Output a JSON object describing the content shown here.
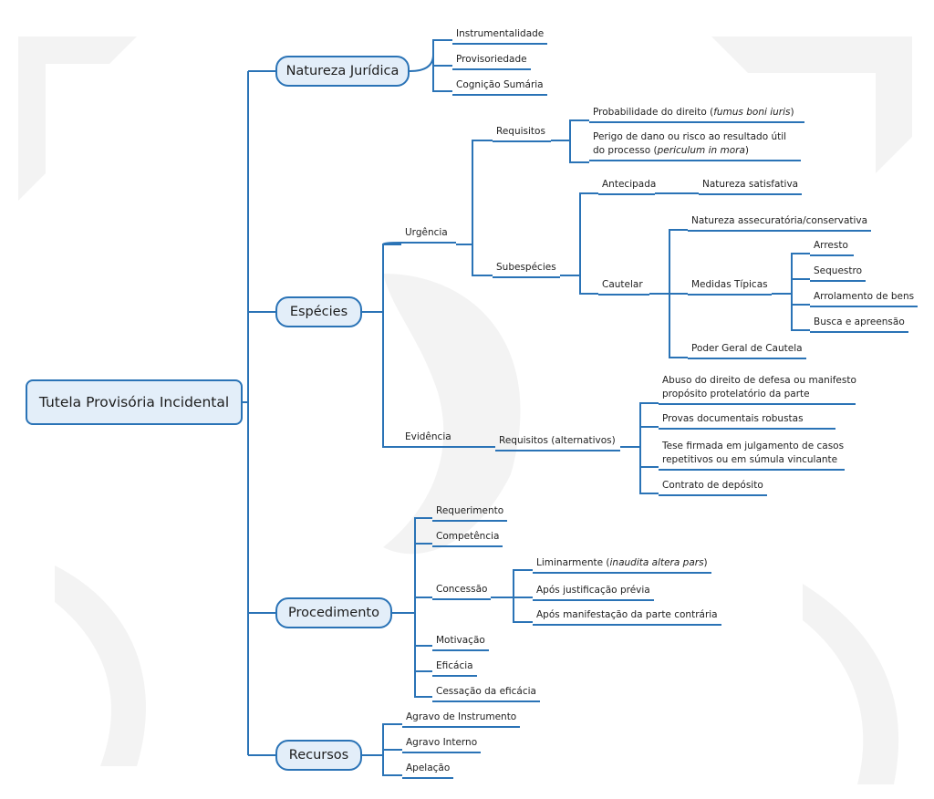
{
  "root": "Tutela Provisória Incidental",
  "natureza": {
    "title": "Natureza Jurídica",
    "items": [
      "Instrumentalidade",
      "Provisoriedade",
      "Cognição Sumária"
    ]
  },
  "especies": {
    "title": "Espécies",
    "urgencia": {
      "label": "Urgência",
      "requisitos": {
        "label": "Requisitos",
        "prob_pre": "Probabilidade do direito (",
        "prob_it": "fumus boni iuris",
        "prob_post": ")",
        "perigo_line1": "Perigo de dano ou risco ao resultado útil",
        "perigo_pre": "do processo (",
        "perigo_it": "periculum in mora",
        "perigo_post": ")"
      },
      "subespecies": {
        "label": "Subespécies",
        "antecipada": {
          "label": "Antecipada",
          "item": "Natureza satisfativa"
        },
        "cautelar": {
          "label": "Cautelar",
          "natureza": "Natureza assecuratória/conservativa",
          "medidas": {
            "label": "Medidas Típicas",
            "items": [
              "Arresto",
              "Sequestro",
              "Arrolamento de bens",
              "Busca e apreensão"
            ]
          },
          "poder": "Poder Geral de Cautela"
        }
      }
    },
    "evidencia": {
      "label": "Evidência",
      "requisitos": {
        "label": "Requisitos (alternativos)",
        "abuso_line1": "Abuso do direito de defesa ou manifesto",
        "abuso_line2": "propósito protelatório da parte",
        "provas": "Provas documentais robustas",
        "tese_line1": "Tese firmada em julgamento de casos",
        "tese_line2": "repetitivos ou em súmula vinculante",
        "contrato": "Contrato de depósito"
      }
    }
  },
  "procedimento": {
    "title": "Procedimento",
    "requerimento": "Requerimento",
    "competencia": "Competência",
    "concessao": {
      "label": "Concessão",
      "lim_pre": "Liminarmente (",
      "lim_it": "inaudita altera pars",
      "lim_post": ")",
      "apos_just": "Após justificação prévia",
      "apos_manif": "Após manifestação da parte contrária"
    },
    "motivacao": "Motivação",
    "eficacia": "Eficácia",
    "cessacao": "Cessação da eficácia"
  },
  "recursos": {
    "title": "Recursos",
    "items": [
      "Agravo de Instrumento",
      "Agravo Interno",
      "Apelação"
    ]
  }
}
